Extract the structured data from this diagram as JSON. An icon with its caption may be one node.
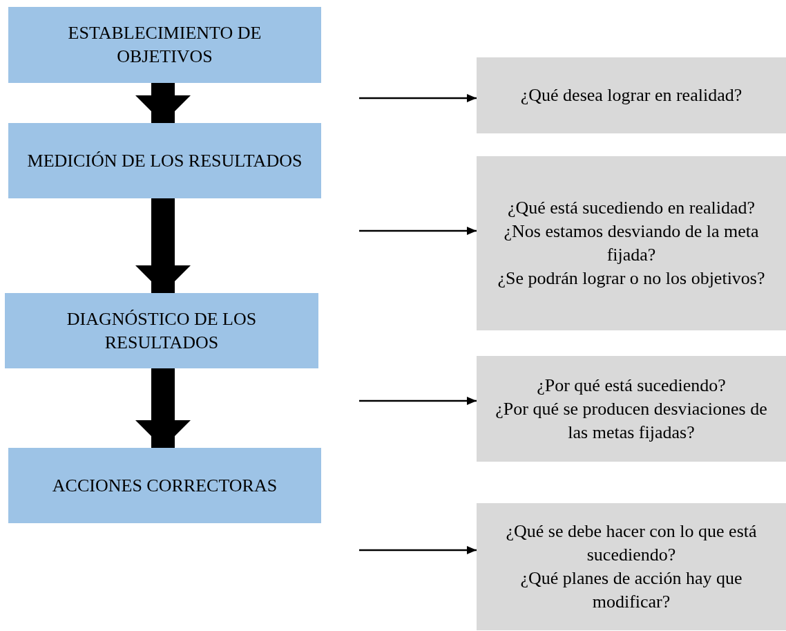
{
  "diagram": {
    "nodes": [
      {
        "text": [
          "ESTABLECIMIENTO DE OBJETIVOS"
        ]
      },
      {
        "text": [
          "MEDICIÓN DE LOS RESULTADOS"
        ]
      },
      {
        "text": [
          "DIAGNÓSTICO DE LOS RESULTADOS"
        ]
      },
      {
        "text": [
          "ACCIONES CORRECTORAS"
        ]
      },
      {
        "text": [
          "¿Qué desea lograr en realidad?"
        ]
      },
      {
        "text": [
          "¿Qué está sucediendo en realidad?",
          "¿Nos estamos desviando de la meta fijada?",
          "¿Se podrán lograr o no los objetivos?"
        ]
      },
      {
        "text": [
          "¿Por qué está sucediendo?",
          "¿Por qué se producen desviaciones de las metas fijadas?"
        ]
      },
      {
        "text": [
          "¿Qué se debe hacer con lo que está sucediendo?",
          "¿Qué planes de acción hay que modificar?"
        ]
      }
    ],
    "edges": [
      {
        "from": 0,
        "to": 1,
        "arrow": "to",
        "style": "thick"
      },
      {
        "from": 1,
        "to": 2,
        "arrow": "to",
        "style": "thick"
      },
      {
        "from": 2,
        "to": 3,
        "arrow": "to",
        "style": "thick"
      },
      {
        "from": null,
        "to": 4,
        "arrow": "to"
      },
      {
        "from": null,
        "to": 5,
        "arrow": "to"
      },
      {
        "from": null,
        "to": 6,
        "arrow": "to"
      },
      {
        "from": null,
        "to": 7,
        "arrow": "to"
      }
    ]
  }
}
